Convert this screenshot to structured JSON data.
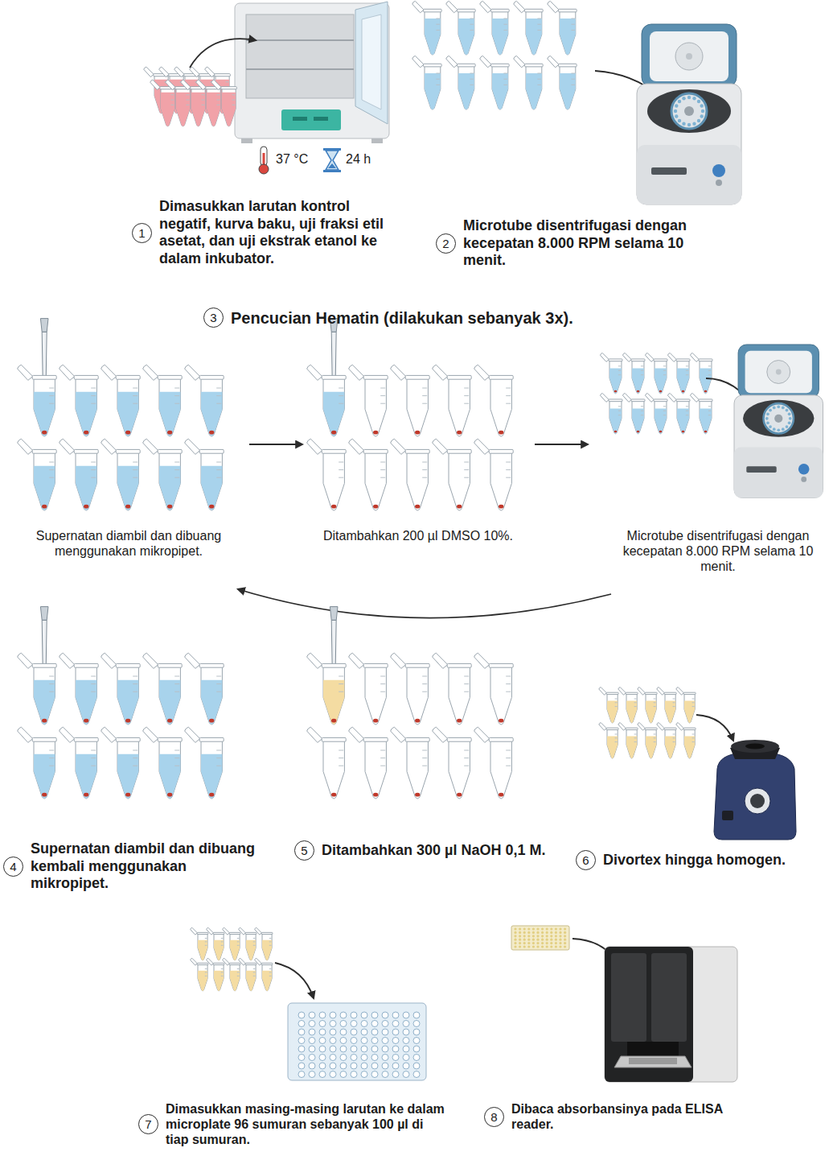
{
  "diagram": {
    "nodes": [
      {
        "text": [
          "1",
          "Dimasukkan larutan kontrol negatif, kurva baku, uji fraksi etil asetat, dan uji ekstrak etanol ke dalam inkubator."
        ]
      },
      {
        "text": [
          "2",
          "Microtube disentrifugasi dengan kecepatan 8.000 RPM selama 10 menit."
        ]
      },
      {
        "text": [
          "3",
          "Pencucian Hematin (dilakukan sebanyak 3x)."
        ]
      },
      {
        "text": [
          "4",
          "Supernatan diambil dan dibuang kembali menggunakan mikropipet."
        ]
      },
      {
        "text": [
          "5",
          "Ditambahkan 300 µl NaOH 0,1 M."
        ]
      },
      {
        "text": [
          "6",
          "Divortex hingga homogen."
        ]
      },
      {
        "text": [
          "7",
          "Dimasukkan masing-masing larutan ke dalam microplate 96 sumuran sebanyak 100 µl di tiap sumuran."
        ]
      },
      {
        "text": [
          "8",
          "Dibaca absorbansinya pada ELISA reader."
        ]
      }
    ],
    "labels": [
      "37 °C",
      "24 h",
      "Supernatan diambil dan dibuang menggunakan mikropipet.",
      "Ditambahkan 200 µl DMSO 10%.",
      "Microtube disentrifugasi dengan kecepatan 8.000 RPM selama 10 menit."
    ]
  }
}
